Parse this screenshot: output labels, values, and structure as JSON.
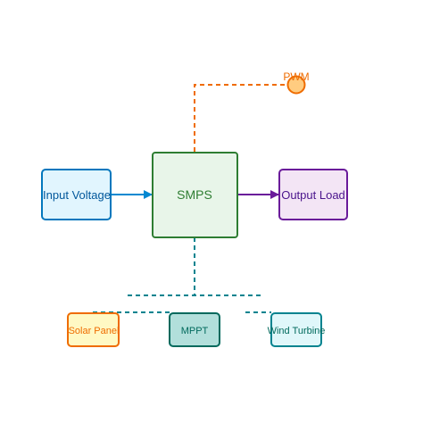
{
  "nodes": {
    "smps": "SMPS",
    "input": "Input Voltage",
    "output": "Output Load",
    "pwm": "PWM",
    "solar": "Solar Panel",
    "mppt": "MPPT",
    "wind": "Wind Turbine"
  },
  "colors": {
    "smps_fill": "#e8f5e9",
    "smps_stroke": "#2e7d32",
    "input_fill": "#e1f5fe",
    "input_stroke": "#0277bd",
    "output_fill": "#f3e5f5",
    "output_stroke": "#6a1b9a",
    "pwm_fill": "#ffcc80",
    "pwm_stroke": "#ef6c00",
    "solar_fill": "#fff9c4",
    "solar_stroke": "#ef6c00",
    "mppt_fill": "#b2dfdb",
    "mppt_stroke": "#00695c",
    "wind_fill": "#e0f7fa",
    "wind_stroke": "#00838f",
    "input_arrow": "#0288d1",
    "output_arrow": "#6a1b9a",
    "pwm_line": "#ef6c00",
    "bottom_line": "#00838f"
  }
}
